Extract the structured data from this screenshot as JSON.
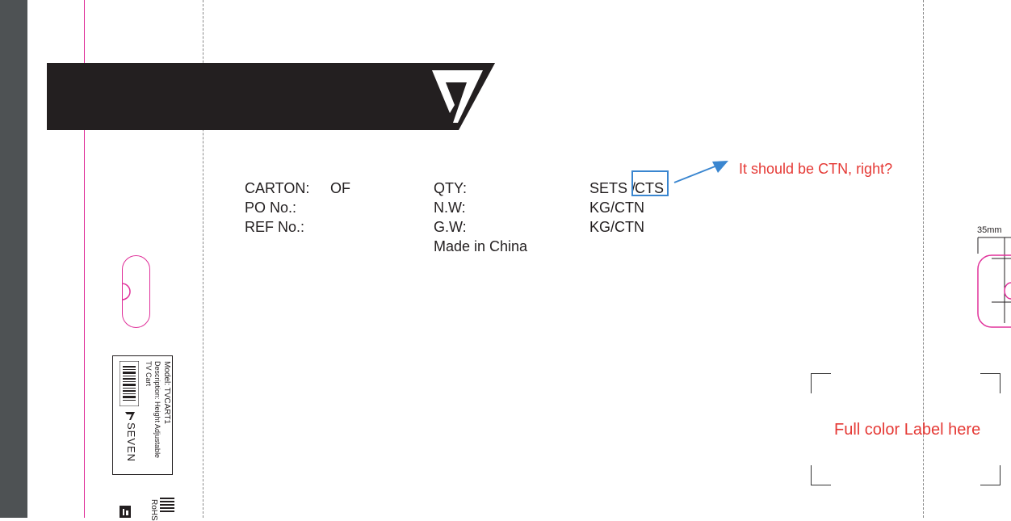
{
  "carton": {
    "labels": {
      "carton": "CARTON:",
      "of": "OF",
      "po_no": "PO No.:",
      "ref_no": "REF No.:",
      "qty": "QTY:",
      "nw": "N.W:",
      "gw": "G.W:",
      "made_in": "Made in China",
      "sets": "SETS /",
      "cts": "CTS",
      "kg_ctn_1": "KG/CTN",
      "kg_ctn_2": "KG/CTN"
    }
  },
  "annotations": {
    "comment": "It should be CTN, right?",
    "label_placeholder": "Full color Label here",
    "dimension": "35mm"
  },
  "side_label": {
    "model": "Model: TVCART1",
    "description": "Description: Height Adjustable",
    "description_2": "TV Cart",
    "brand": "SEVEN",
    "rohs": "RoHS"
  },
  "colors": {
    "header_band": "#231f20",
    "die_line": "#e0309a",
    "annotation_red": "#e53935",
    "highlight_blue": "#3a86d0",
    "gutter": "#4e5254"
  },
  "icons": {
    "brand_logo": "v7-logo",
    "arrow": "arrow-right-up"
  }
}
